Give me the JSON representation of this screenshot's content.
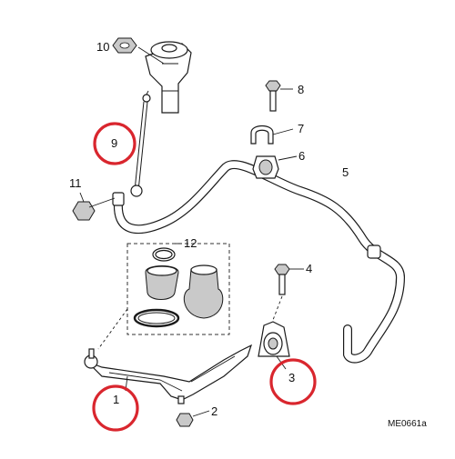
{
  "diagram": {
    "callouts": [
      {
        "id": "1",
        "label": "1"
      },
      {
        "id": "2",
        "label": "2"
      },
      {
        "id": "3",
        "label": "3"
      },
      {
        "id": "4",
        "label": "4"
      },
      {
        "id": "5",
        "label": "5"
      },
      {
        "id": "6",
        "label": "6"
      },
      {
        "id": "7",
        "label": "7"
      },
      {
        "id": "8",
        "label": "8"
      },
      {
        "id": "9",
        "label": "9"
      },
      {
        "id": "10",
        "label": "10"
      },
      {
        "id": "11",
        "label": "11"
      },
      {
        "id": "12",
        "label": "12"
      }
    ],
    "reference_code": "ME0661a",
    "highlight_color": "#d9262e",
    "highlighted_callouts": [
      "1",
      "3",
      "9"
    ]
  }
}
